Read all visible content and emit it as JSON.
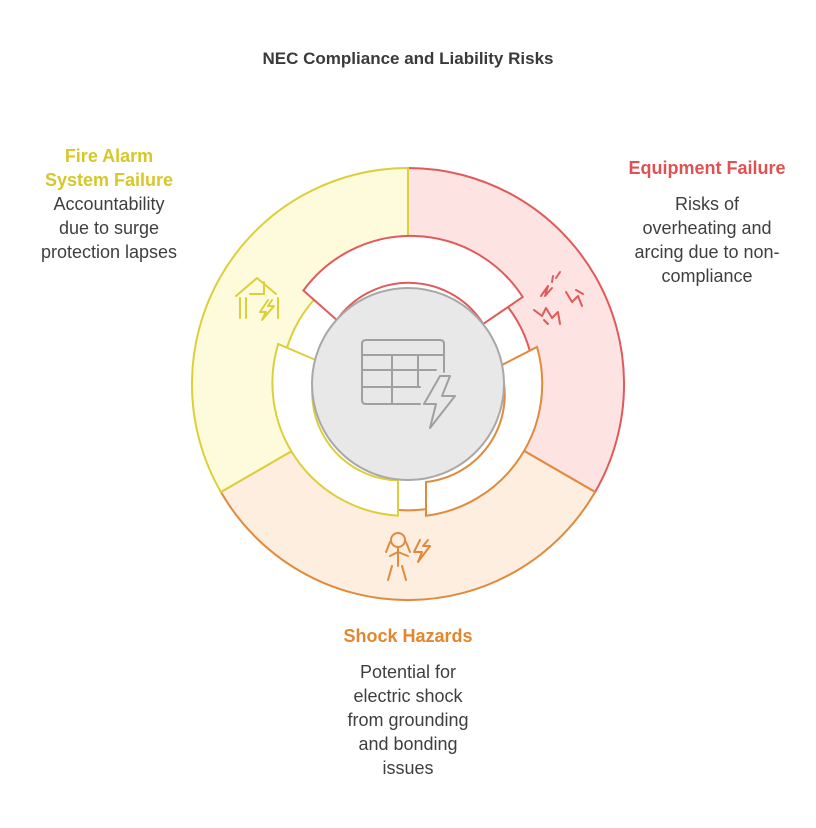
{
  "title": "NEC Compliance and Liability Risks",
  "colors": {
    "equipment": {
      "fill": "#fee3e3",
      "stroke": "#e05a5a",
      "text": "#e05252"
    },
    "shock": {
      "fill": "#fdeee0",
      "stroke": "#e08a3c",
      "text": "#e3862e"
    },
    "fire": {
      "fill": "#fdfbdc",
      "stroke": "#dccf3a",
      "text": "#d6c82a"
    },
    "center": {
      "fill": "#e8e8e8",
      "stroke": "#a8a8a8"
    }
  },
  "segments": {
    "equipment": {
      "title": "Equipment Failure",
      "desc": [
        "Risks of",
        "overheating and",
        "arcing due to non-",
        "compliance"
      ],
      "icon": "sparks-icon"
    },
    "shock": {
      "title": "Shock Hazards",
      "desc": [
        "Potential for",
        "electric shock",
        "from grounding",
        "and bonding",
        "issues"
      ],
      "icon": "shocked-person-icon"
    },
    "fire": {
      "title": [
        "Fire Alarm",
        "System Failure"
      ],
      "desc": [
        "Accountability",
        "due to surge",
        "protection lapses"
      ],
      "icon": "house-lightning-icon"
    }
  },
  "center_icon": "electrical-panel-lightning-icon"
}
